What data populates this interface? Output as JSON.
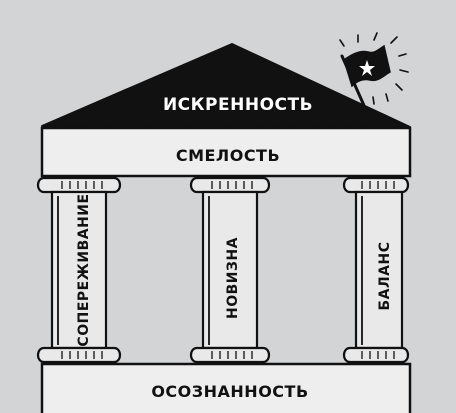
{
  "diagram": {
    "roof_label": "ИСКРЕННОСТЬ",
    "beam_label": "СМЕЛОСТЬ",
    "pillars": [
      {
        "label": "СОПЕРЕЖИВАНИЕ"
      },
      {
        "label": "НОВИЗНА"
      },
      {
        "label": "БАЛАНС"
      }
    ],
    "base_label": "ОСОЗНАННОСТЬ",
    "colors": {
      "background": "#d3d4d6",
      "ink": "#111111",
      "paper": "#eeeeee",
      "pillar_fill": "#e9e9e9"
    },
    "flag_icon": "flag-with-star-icon"
  }
}
